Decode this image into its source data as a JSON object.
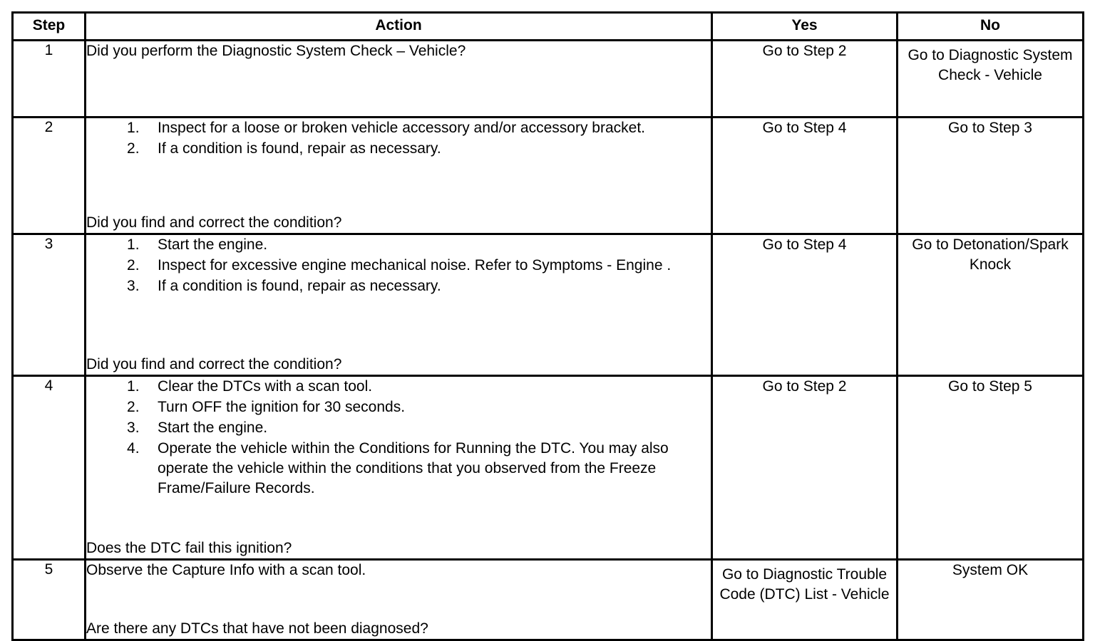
{
  "table": {
    "headers": {
      "step": "Step",
      "action": "Action",
      "yes": "Yes",
      "no": "No"
    },
    "rows": [
      {
        "step": "1",
        "intro": "Did you perform the Diagnostic System Check – Vehicle?",
        "items": [],
        "question": "",
        "yes": "Go to Step 2",
        "no": "Go to Diagnostic System Check - Vehicle"
      },
      {
        "step": "2",
        "intro": "",
        "items": [
          "Inspect for a loose or broken vehicle accessory and/or accessory bracket.",
          "If a condition is found, repair as necessary."
        ],
        "question": "Did you find and correct the condition?",
        "yes": "Go to Step 4",
        "no": "Go to Step 3"
      },
      {
        "step": "3",
        "intro": "",
        "items": [
          "Start the engine.",
          "Inspect for excessive engine mechanical noise. Refer to Symptoms - Engine .",
          "If a condition is found, repair as necessary."
        ],
        "question": "Did you find and correct the condition?",
        "yes": "Go to Step 4",
        "no": "Go to Detonation/Spark Knock"
      },
      {
        "step": "4",
        "intro": "",
        "items": [
          "Clear the DTCs with a scan tool.",
          "Turn OFF the ignition for 30 seconds.",
          "Start the engine.",
          "Operate the vehicle within the Conditions for Running the DTC. You may also operate the vehicle within the conditions that you observed from the Freeze Frame/Failure Records."
        ],
        "question": "Does the DTC fail this ignition?",
        "yes": "Go to Step 2",
        "no": "Go to Step 5"
      },
      {
        "step": "5",
        "intro": "Observe the Capture Info with a scan tool.",
        "items": [],
        "question": "Are there any DTCs that have not been diagnosed?",
        "yes": "Go to Diagnostic Trouble Code (DTC) List - Vehicle",
        "no": "System OK"
      }
    ]
  }
}
